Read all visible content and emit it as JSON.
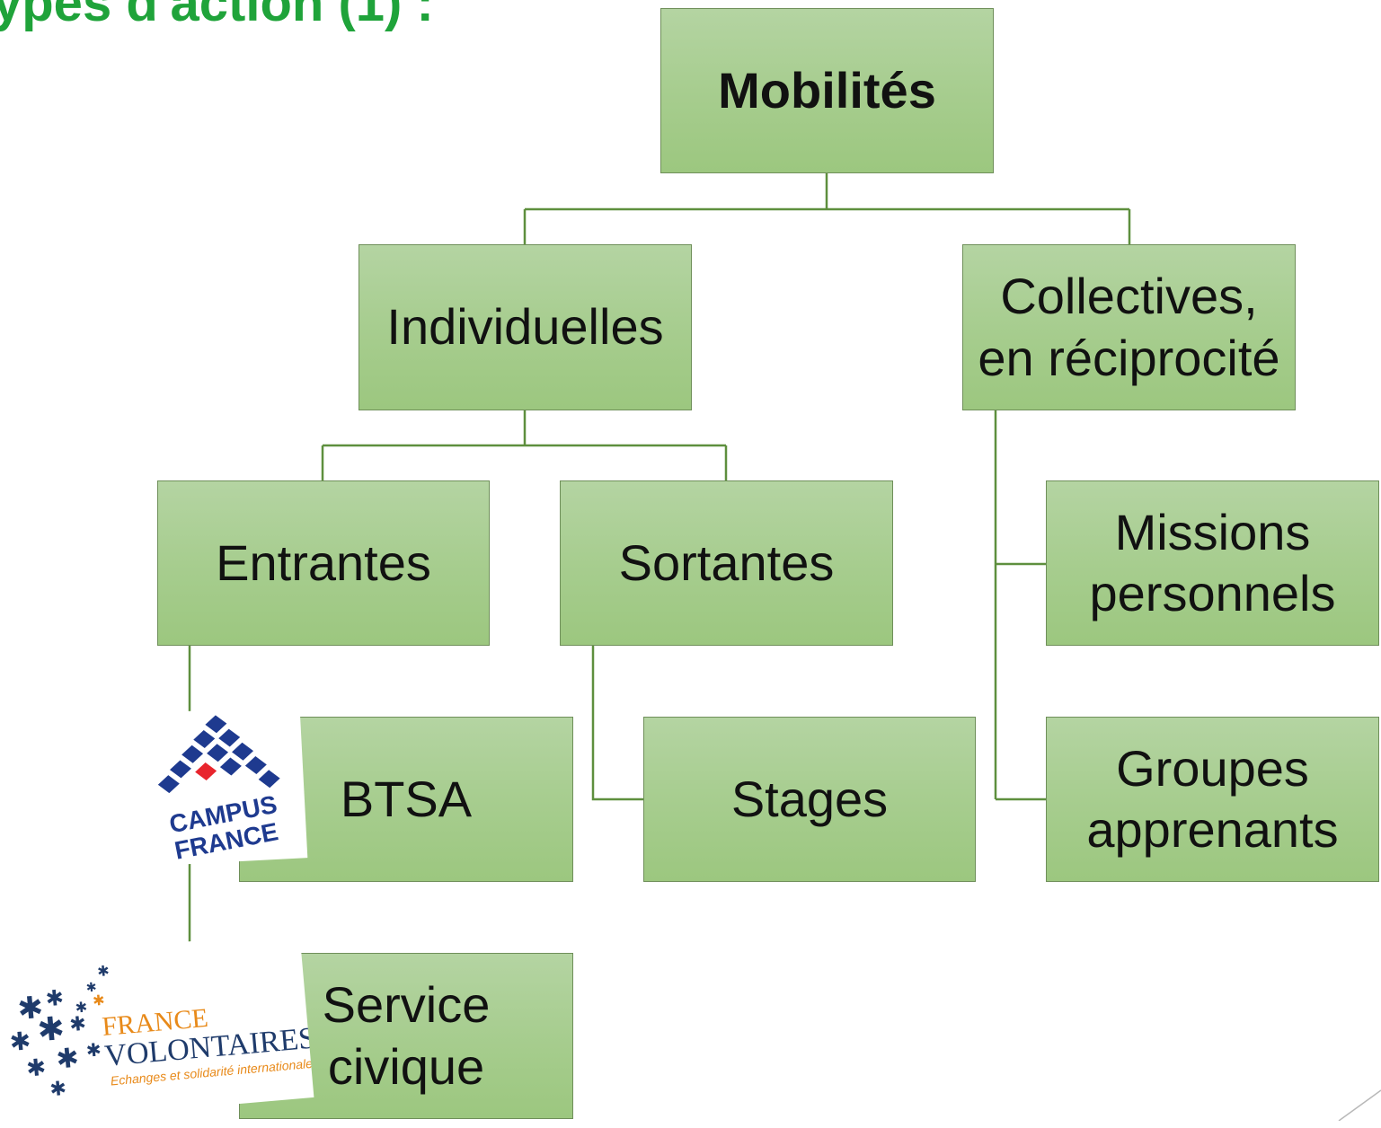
{
  "title": "ypes d'action (1) :",
  "nodes": {
    "mobilites": "Mobilités",
    "individuelles": "Individuelles",
    "collectives": "Collectives,\nen réciprocité",
    "entrantes": "Entrantes",
    "sortantes": "Sortantes",
    "missions": "Missions\npersonnels",
    "btsa": "BTSA",
    "stages": "Stages",
    "groupes": "Groupes\napprenants",
    "service_civique": "Service\ncivique"
  },
  "logos": {
    "campus_france": {
      "line1": "CAMPUS",
      "line2": "FRANCE"
    },
    "france_volontaires": {
      "line1": "FRANCE",
      "line2": "VOLONTAIRES",
      "tagline": "Echanges et solidarité internationale"
    }
  },
  "colors": {
    "title": "#1fa33a",
    "node_fill": "#a7cd8f",
    "node_border": "#6f8f5a",
    "connector": "#5e8f3e",
    "campus_blue": "#1e3a8f",
    "campus_red": "#e8252d",
    "volontaires_navy": "#1f3b6b",
    "volontaires_orange": "#e88a1a"
  }
}
